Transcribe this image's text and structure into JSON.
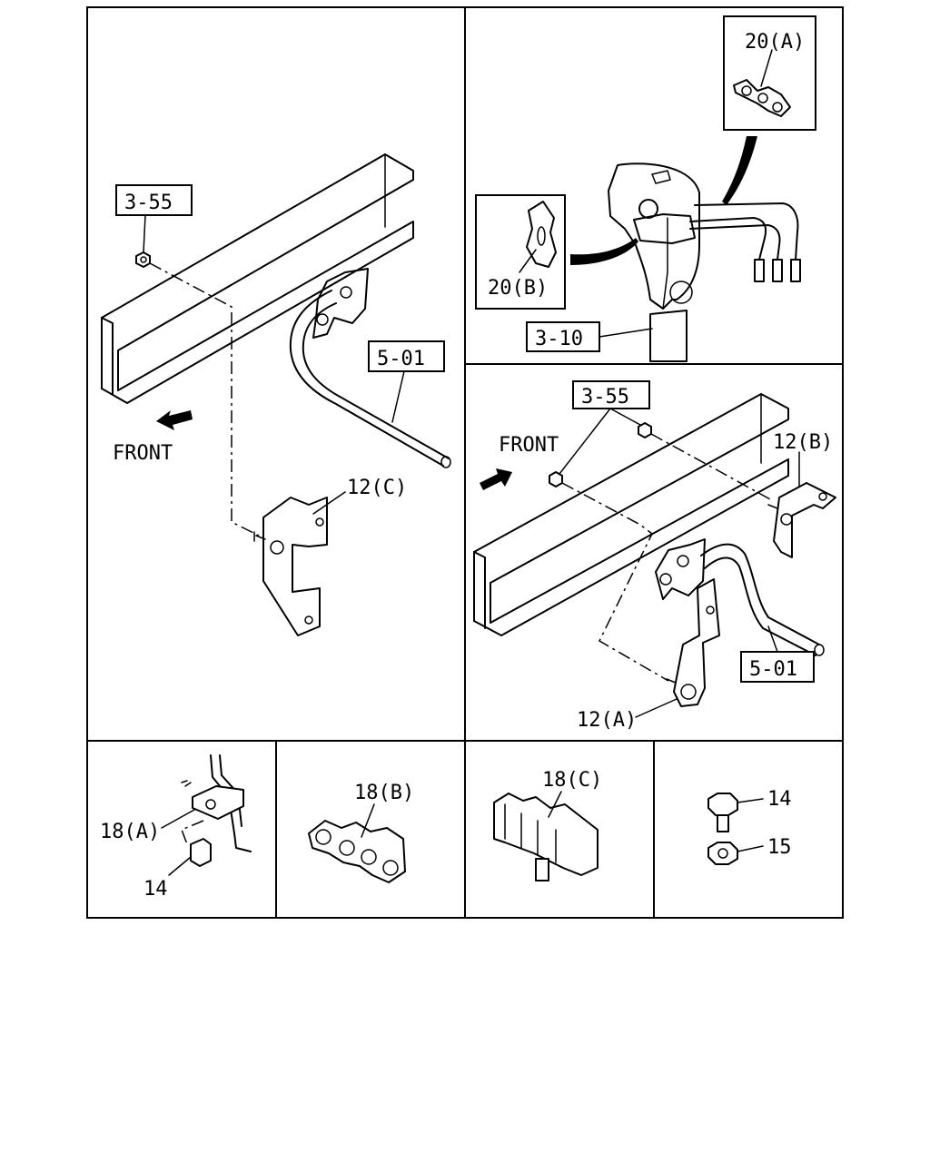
{
  "panels": {
    "top_left": {
      "ref_3_55": "3-55",
      "ref_5_01": "5-01",
      "label_12c": "12(C)",
      "front": "FRONT"
    },
    "top_right_upper": {
      "label_20a": "20(A)",
      "label_20b": "20(B)",
      "ref_3_10": "3-10"
    },
    "top_right_lower": {
      "ref_3_55": "3-55",
      "ref_5_01": "5-01",
      "label_12b": "12(B)",
      "label_12a": "12(A)",
      "front": "FRONT"
    },
    "bottom": {
      "cell1": {
        "label_18a": "18(A)",
        "label_14": "14"
      },
      "cell2": {
        "label_18b": "18(B)"
      },
      "cell3": {
        "label_18c": "18(C)"
      },
      "cell4": {
        "label_14": "14",
        "label_15": "15"
      }
    }
  },
  "icons": [
    "front-arrow-icon",
    "front-arrow-icon",
    "leader-arrow-icon"
  ],
  "colors": {
    "line": "#000000",
    "background": "#ffffff"
  }
}
